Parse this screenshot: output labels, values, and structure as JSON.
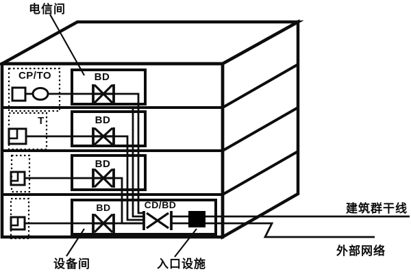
{
  "diagram": {
    "type": "building-cabling-structure",
    "rooms": {
      "telecom_room_label": "电信间",
      "equipment_room_label": "设备间",
      "entrance_facility_label": "入口设施"
    },
    "external_lines": {
      "campus_backbone_label": "建筑群干线",
      "external_network_label": "外部网络"
    },
    "floors": [
      {
        "area_label": "CP/TO",
        "distributor_label": "BD"
      },
      {
        "area_label": "T",
        "distributor_label": "BD"
      },
      {
        "distributor_label": "BD"
      },
      {
        "distributor_label": "BD",
        "campus_distributor_label": "CD/BD"
      }
    ],
    "colors": {
      "line": "#0d0d0d",
      "background": "#ffffff",
      "entrance_facility_fill": "#000000"
    }
  }
}
